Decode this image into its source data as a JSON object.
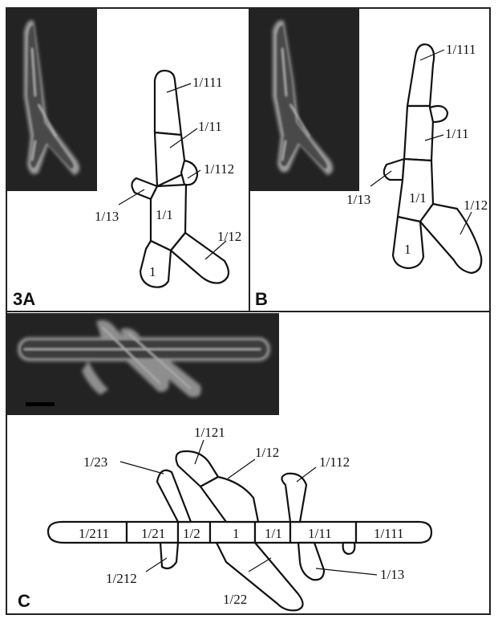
{
  "panels": [
    {
      "id": "A",
      "panel_label": "3A",
      "labels": [
        "1/111",
        "1/11",
        "1/112",
        "1/13",
        "1/1",
        "1/12",
        "1"
      ]
    },
    {
      "id": "B",
      "panel_label": "B",
      "labels": [
        "1/111",
        "1/11",
        "1/13",
        "1/1",
        "1/12",
        "1"
      ]
    },
    {
      "id": "C",
      "panel_label": "C",
      "labels": [
        "1/121",
        "1/23",
        "1/12",
        "1/112",
        "1/211",
        "1/21",
        "1/2",
        "1",
        "1/1",
        "1/11",
        "1/111",
        "1/212",
        "1/13",
        "1/22"
      ]
    }
  ],
  "colors": {
    "micrograph_bg": "#222222",
    "cell_glow": "#9a9a9a",
    "line": "#111111"
  }
}
